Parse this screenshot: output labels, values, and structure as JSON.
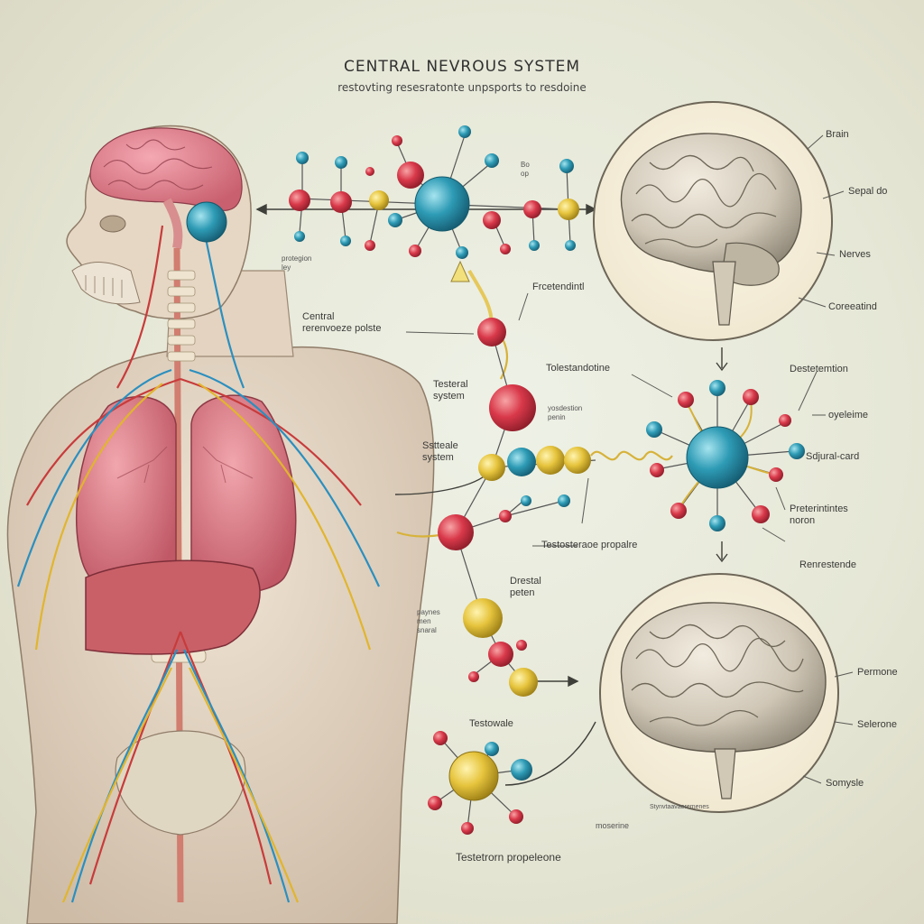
{
  "header": {
    "title": "CENTRAL  NEVROUS SYSTEM",
    "subtitle": "restovting resesratonte unpsports to resdoine"
  },
  "labels": {
    "brain": "Brain",
    "spinal": "Sepal do",
    "nerves": "Nerves",
    "cerebellum": "Coreeatind",
    "fronteral": "Frcetendintl",
    "central_left": "Central\nrerenvoeze polste",
    "testeral_system": "Testeral\nsystem",
    "testosterone_top": "Tolestandotine",
    "yosdestion": "yosdestion\npenin",
    "subtable": "Sstteale\nsystem",
    "destemation": "Destetemtion",
    "oyeleime": "oyeleime",
    "spinal_card": "Sdjural-card",
    "preterintes": "Preterintintes\nnoron",
    "testosterone_proprle": "Testosteraoe propalre",
    "renrestende": "Renrestende",
    "drestal": "Drestal\npeten",
    "small_group_1": "paynes\nmen\nsnaral",
    "testowale": "Testowale",
    "permone": "Permone",
    "selerone": "Selerone",
    "somysle": "Somysle",
    "mosnide": "moserine",
    "caption_bottom": "Testetrorn propeleone",
    "small_top": "protegion\nley",
    "small_mid": "Bo\nop",
    "small_bottom_caption": "Stynvtaavaeremenes"
  }
}
